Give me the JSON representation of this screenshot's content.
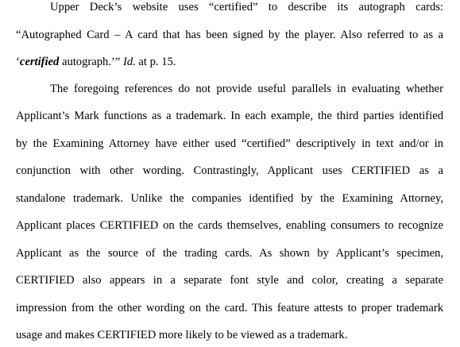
{
  "document": {
    "paragraph_1": {
      "lines": [
        "Upper Deck’s website uses “certified” to describe its autograph cards:",
        "“Autographed Card – A card that has been signed by the player. Also referred to as a"
      ],
      "last_line": {
        "prefix": "‘",
        "emphasis": "certified",
        "middle": " autograph.’” ",
        "citation": "Id.",
        "suffix": " at p. 15."
      }
    },
    "paragraph_2": {
      "lines": [
        "The foregoing references do not provide useful parallels in evaluating whether",
        "Applicant’s Mark functions as a trademark.  In each example, the third parties identified",
        "by the Examining Attorney have either used “certified” descriptively in text and/or in",
        "conjunction with other wording.  Contrastingly, Applicant uses CERTIFIED as a",
        "standalone trademark. Unlike the companies identified by the Examining Attorney,",
        "Applicant places CERTIFIED on the cards themselves, enabling consumers to recognize",
        "Applicant as the source of the trading cards.  As shown by Applicant’s specimen,",
        "CERTIFIED also appears in a separate font style and color, creating a separate",
        "impression from the other wording on the card.  This feature attests to proper trademark",
        "usage and makes CERTIFIED more likely to be viewed as a trademark."
      ]
    }
  }
}
